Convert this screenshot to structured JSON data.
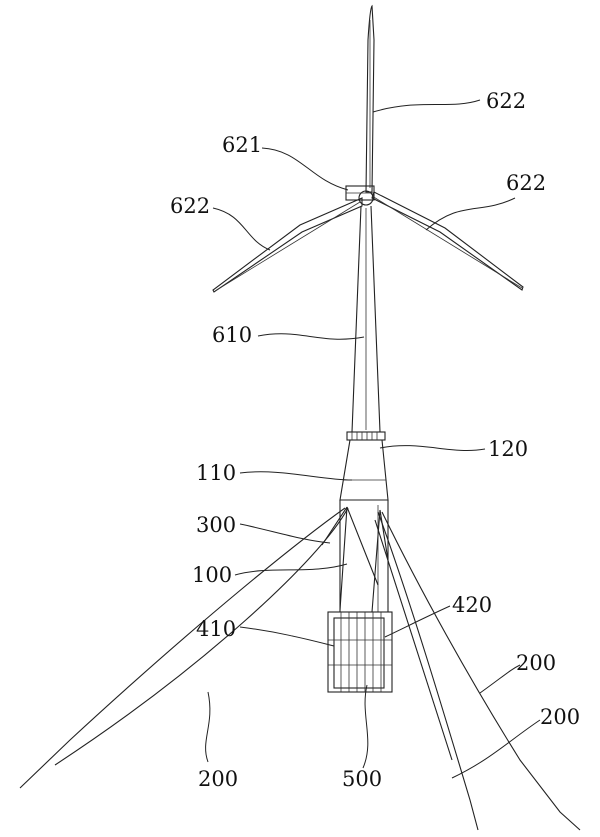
{
  "labels": {
    "blade_tip": "622",
    "blade_right": "622",
    "blade_left": "622",
    "hub": "621",
    "tower": "610",
    "flange": "120",
    "transition": "110",
    "brace": "300",
    "column": "100",
    "device_right": "420",
    "device_left": "410",
    "mooring_right_upper": "200",
    "mooring_right_lower": "200",
    "mooring_left": "200",
    "base": "500"
  },
  "colors": {
    "line": "#222222",
    "text": "#111111",
    "background": "#ffffff"
  }
}
